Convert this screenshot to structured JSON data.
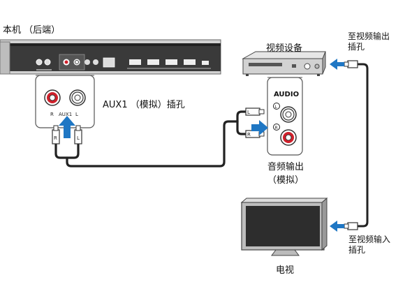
{
  "soundbar_label": "本机 （后端）",
  "aux_jack_label": "AUX1 （模拟）插孔",
  "aux_panel": {
    "left_jack": "R",
    "middle_text": "AUX1",
    "right_jack": "L"
  },
  "player_label": "视频设备",
  "audio_panel": {
    "title": "AUDIO",
    "left_mark": "L",
    "right_mark": "R"
  },
  "audio_out_label": [
    "音频输出",
    "（模拟）"
  ],
  "video_out_label": [
    "至视频输出",
    "插孔"
  ],
  "tv_label": "电视",
  "video_in_label": [
    "至视频输入",
    "插孔"
  ],
  "plug_marks": [
    "R",
    "L"
  ],
  "colors": {
    "arrow": "#1f77c4",
    "red_jack": "#d0202b",
    "device_body": "#d8d8d8",
    "cable": "#222222"
  }
}
